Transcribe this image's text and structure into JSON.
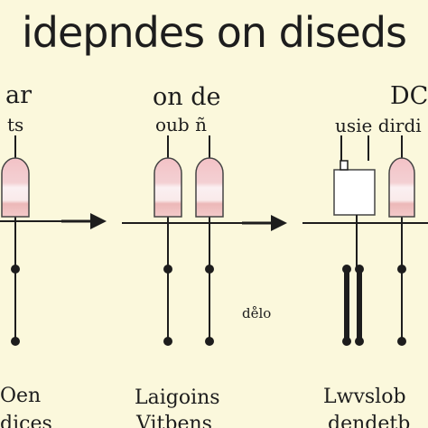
{
  "title": "idepndes on diseds",
  "columns": [
    {
      "head": "ar",
      "sub": "ts",
      "foot1": "Oen",
      "foot2": "dices"
    },
    {
      "head": "on de",
      "sub": "oub ñ",
      "foot1": "Laigoins",
      "foot2": "Vitbens"
    },
    {
      "head": "DC",
      "sub": "usie dirdi",
      "foot1": "Lwvslob",
      "foot2": "dendetb"
    }
  ],
  "annotation": "de̊lo",
  "colors": {
    "background": "#fbf8dc",
    "line": "#1d1d1d",
    "diode_top": "#f3c2c6",
    "diode_bottom": "#f0c0c0",
    "box": "#ffffff",
    "outline": "#444444"
  }
}
